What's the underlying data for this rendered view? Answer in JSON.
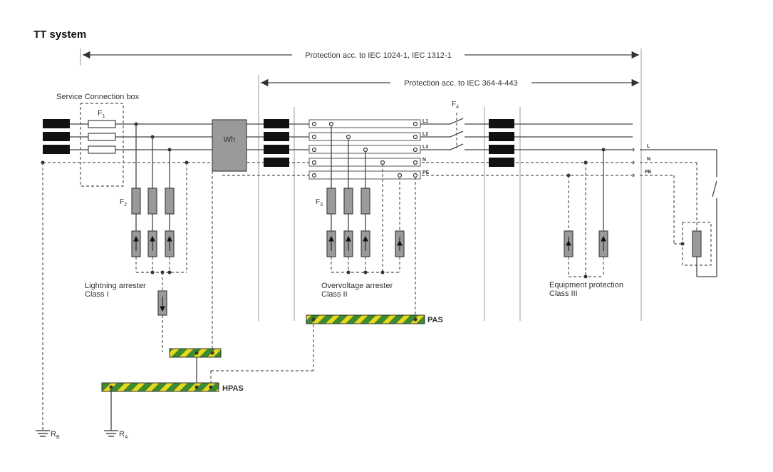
{
  "title": "TT system",
  "protection_range_1": "Protection acc. to IEC 1024-1, IEC 1312-1",
  "protection_range_2": "Protection acc. to IEC 364-4-443",
  "service_box_label": "Service Connection box",
  "fuse_f1": "F",
  "fuse_f1_sub": "1",
  "fuse_f2": "F",
  "fuse_f2_sub": "2",
  "fuse_f3": "F",
  "fuse_f3_sub": "3",
  "switch_f4": "F",
  "switch_f4_sub": "4",
  "meter_label": "Wh",
  "rail_labels": [
    "L1",
    "L2",
    "L3",
    "N",
    "PE"
  ],
  "output_labels": [
    "L",
    "N",
    "PE"
  ],
  "lightning_arrester": [
    "Lightning arrester",
    "Class I"
  ],
  "overvoltage_arrester": [
    "Overvoltage arrester",
    "Class II"
  ],
  "equipment_protection": [
    "Equipment protection",
    "Class III"
  ],
  "pas_label": "PAS",
  "hpas_label": "HPAS",
  "earth_rb": "R",
  "earth_rb_sub": "B",
  "earth_ra": "R",
  "earth_ra_sub": "A",
  "colors": {
    "busbar_green": "#3e8a2e",
    "busbar_yellow": "#e8d81e",
    "device_grey": "#9a9a9a",
    "conductor_black": "#111111"
  }
}
